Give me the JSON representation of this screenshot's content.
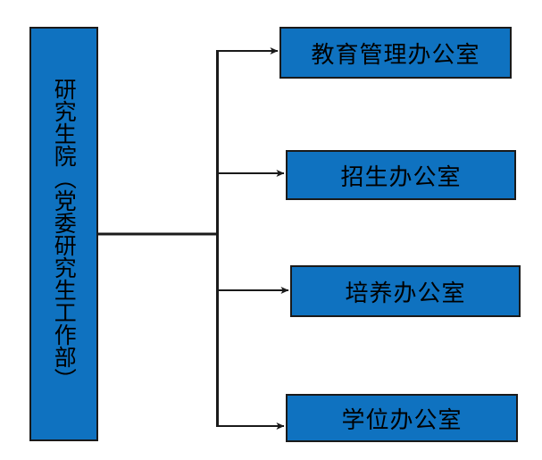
{
  "diagram": {
    "type": "organization-chart",
    "title": "",
    "orientation": "left-to-right",
    "colors": {
      "node_fill": "#0f72c0",
      "node_border": "#1a1a1a",
      "connector": "#1a1a1a",
      "text": "#000000",
      "background": "#ffffff"
    },
    "root": {
      "label": "研究生院（党委研究生工作部）",
      "text_direction": "vertical"
    },
    "children": [
      {
        "label": "教育管理办公室"
      },
      {
        "label": "招生办公室"
      },
      {
        "label": "培养办公室"
      },
      {
        "label": "学位办公室"
      }
    ]
  }
}
